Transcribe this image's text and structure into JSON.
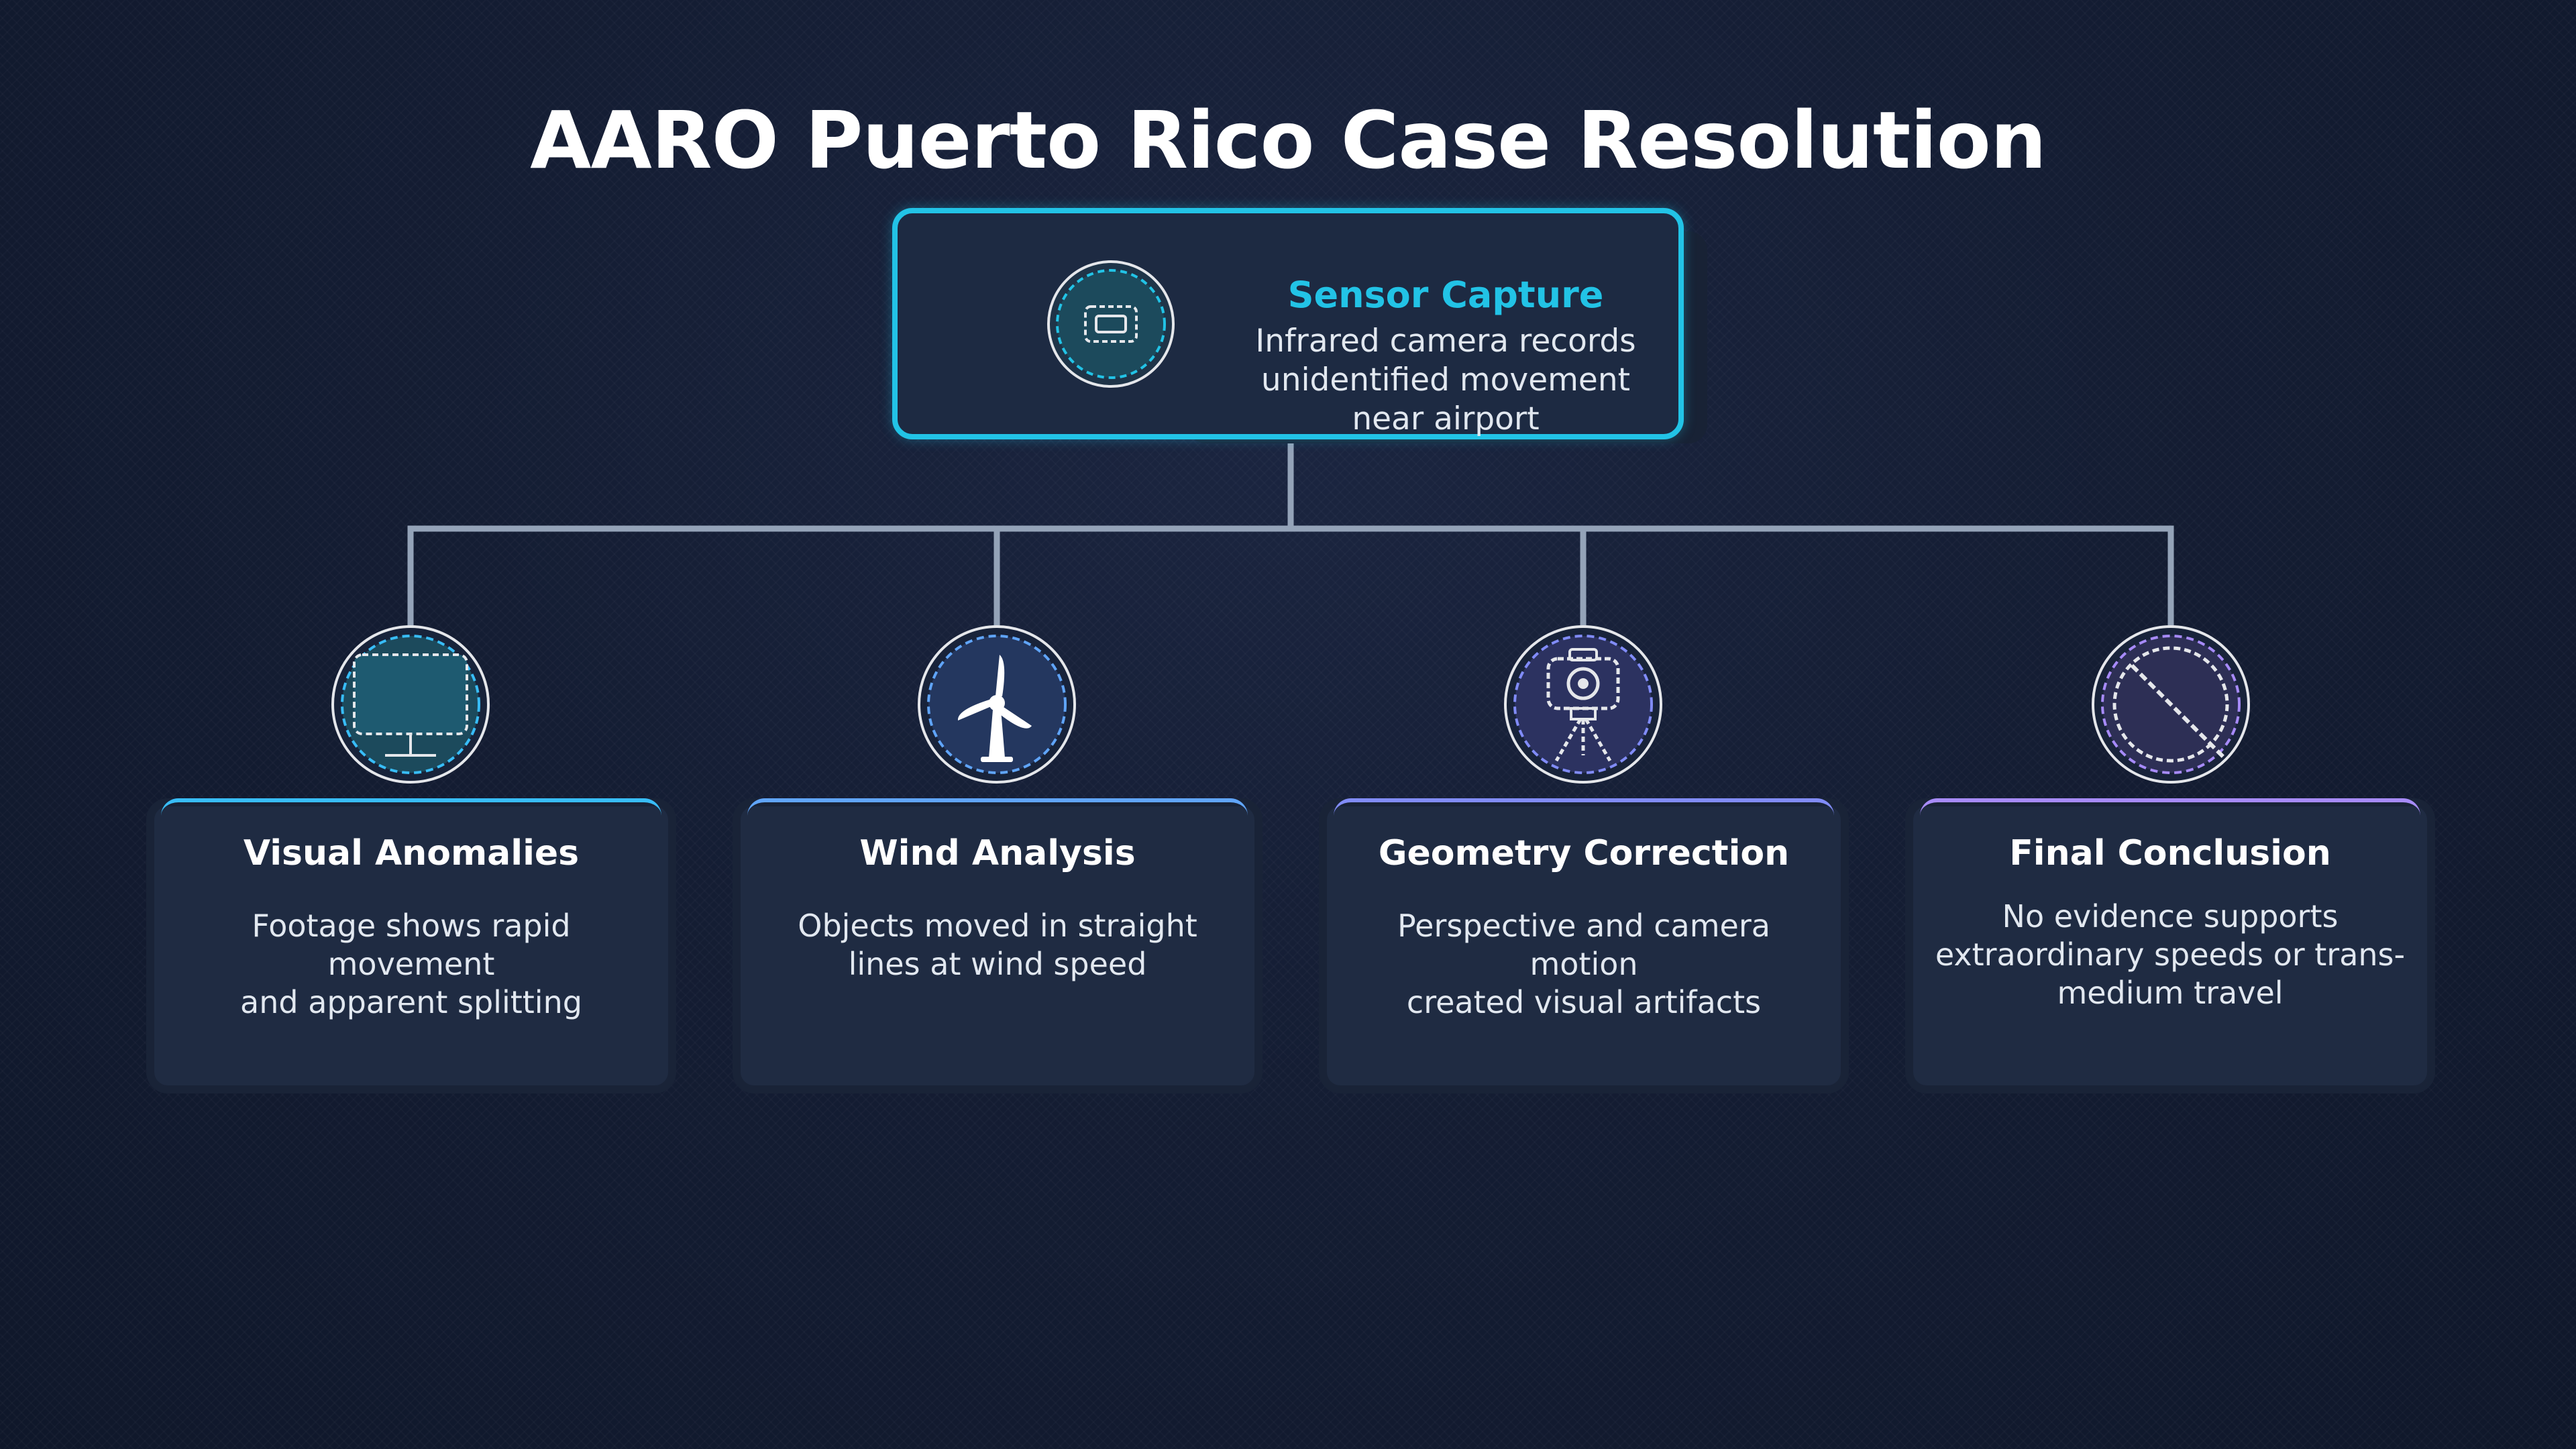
{
  "title": "AARO Puerto Rico Case Resolution",
  "root": {
    "title": "Sensor Capture",
    "description": "Infrared camera records unidentified movement near airport",
    "desc_lines": [
      "Infrared camera records",
      "unidentified movement",
      "near airport"
    ],
    "icon": "screen-icon",
    "accent": "#22c3e6"
  },
  "children": [
    {
      "title": "Visual Anomalies",
      "description": "Footage shows rapid movement and apparent splitting",
      "desc_lines": [
        "Footage shows rapid movement",
        "and apparent splitting"
      ],
      "icon": "monitor-icon",
      "accent": "#38bdf8"
    },
    {
      "title": "Wind Analysis",
      "description": "Objects moved in straight lines at wind speed",
      "desc_lines": [
        "Objects moved in straight",
        "lines at wind speed"
      ],
      "icon": "wind-turbine-icon",
      "accent": "#60a5fa"
    },
    {
      "title": "Geometry Correction",
      "description": "Perspective and camera motion created visual artifacts",
      "desc_lines": [
        "Perspective and camera motion",
        "created visual artifacts"
      ],
      "icon": "camera-tripod-icon",
      "accent": "#818cf8"
    },
    {
      "title": "Final Conclusion",
      "description": "No evidence supports extraordinary speeds or trans-medium travel",
      "desc_lines": [
        "No evidence supports",
        "extraordinary speeds or trans-",
        "medium travel"
      ],
      "icon": "prohibited-icon",
      "accent": "#a78bfa"
    }
  ]
}
